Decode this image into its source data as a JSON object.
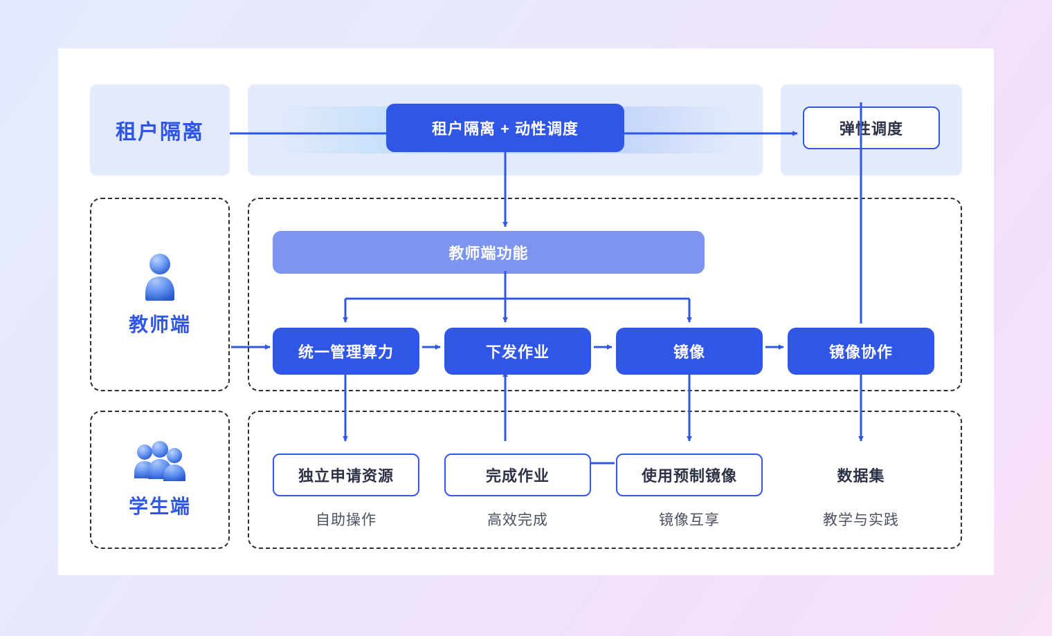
{
  "theme": {
    "accent_blue": "#2f56e5",
    "mid_blue": "#7d95ef",
    "panel_blue": "#e3eafb",
    "text_dark": "#2b3245",
    "caption_gray": "#4a5160",
    "canvas": "#ffffff",
    "page_gradient_from": "#e4eafd",
    "page_gradient_to": "#f4dffb"
  },
  "top_band": {
    "left_label": "租户隔离",
    "center_box": "租户隔离 + 动性调度",
    "right_box": "弹性调度"
  },
  "teacher_section": {
    "role_label": "教师端",
    "role_icon": "single-person-icon",
    "function_bar": "教师端功能",
    "boxes": [
      {
        "label": "统一管理算力"
      },
      {
        "label": "下发作业"
      },
      {
        "label": "镜像"
      },
      {
        "label": "镜像协作"
      }
    ]
  },
  "student_section": {
    "role_label": "学生端",
    "role_icon": "multi-person-icon",
    "items": [
      {
        "label": "独立申请资源",
        "caption": "自助操作",
        "bordered": true
      },
      {
        "label": "完成作业",
        "caption": "高效完成",
        "bordered": true
      },
      {
        "label": "使用预制镜像",
        "caption": "镜像互享",
        "bordered": true
      },
      {
        "label": "数据集",
        "caption": "教学与实践",
        "bordered": false
      }
    ]
  },
  "connections": [
    {
      "from": "租户隔离",
      "to": "租户隔离 + 动性调度",
      "type": "line"
    },
    {
      "from": "租户隔离 + 动性调度",
      "to": "弹性调度",
      "type": "arrow"
    },
    {
      "from": "租户隔离 + 动性调度",
      "to": "教师端功能",
      "type": "arrow-down"
    },
    {
      "from": "教师端功能",
      "to": "统一管理算力",
      "type": "arrow-down"
    },
    {
      "from": "教师端功能",
      "to": "下发作业",
      "type": "arrow-down"
    },
    {
      "from": "教师端功能",
      "to": "镜像",
      "type": "arrow-down"
    },
    {
      "from": "教师端",
      "to": "统一管理算力",
      "type": "arrow-right"
    },
    {
      "from": "统一管理算力",
      "to": "下发作业",
      "type": "arrow-right"
    },
    {
      "from": "下发作业",
      "to": "镜像",
      "type": "arrow-right"
    },
    {
      "from": "镜像",
      "to": "镜像协作",
      "type": "arrow-right"
    },
    {
      "from": "弹性调度",
      "to": "镜像协作",
      "type": "line-down"
    },
    {
      "from": "统一管理算力",
      "to": "独立申请资源",
      "type": "arrow-down"
    },
    {
      "from": "完成作业",
      "to": "下发作业",
      "type": "arrow-up"
    },
    {
      "from": "镜像",
      "to": "使用预制镜像",
      "type": "arrow-down"
    },
    {
      "from": "完成作业",
      "to": "使用预制镜像",
      "type": "line-right"
    },
    {
      "from": "镜像协作",
      "to": "数据集",
      "type": "arrow-down"
    }
  ]
}
